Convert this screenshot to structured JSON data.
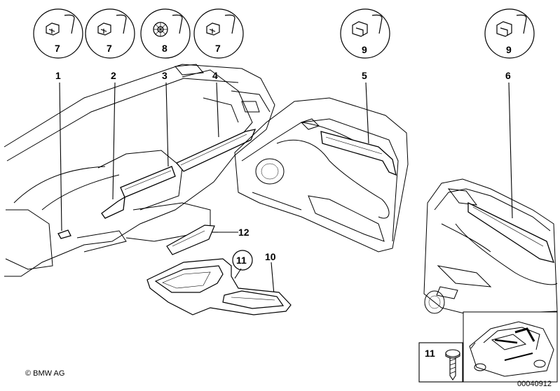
{
  "callouts": {
    "c1": "1",
    "c2": "2",
    "c3": "3",
    "c4": "4",
    "c5": "5",
    "c6": "6",
    "c10": "10",
    "c11": "11",
    "c12": "12"
  },
  "clips": {
    "k1": "7",
    "k2": "7",
    "k3": "8",
    "k4": "7",
    "k5": "9",
    "k6": "9"
  },
  "inset": {
    "screw_label": "11"
  },
  "footer": {
    "copyright": "© BMW AG",
    "diagram_number": "00040912"
  }
}
